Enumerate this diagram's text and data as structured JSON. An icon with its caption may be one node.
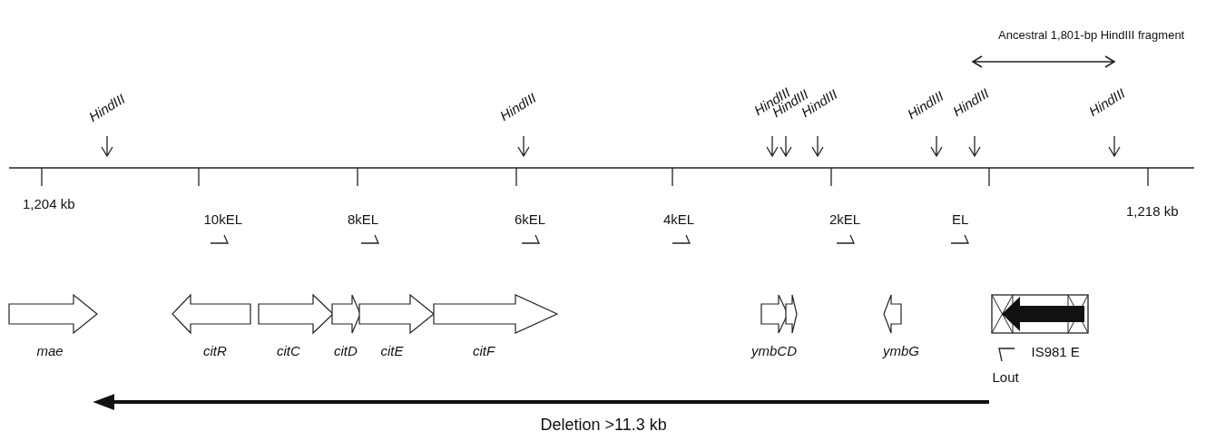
{
  "diagram": {
    "labels": [
      "Ancestral 1,801-bp HindIII fragment",
      "HindIII",
      "HindIII",
      "HindIII",
      "HindIII",
      "HindIII",
      "HindIII",
      "HindIII",
      "HindIII",
      "1,204 kb",
      "10kEL",
      "8kEL",
      "6kEL",
      "4kEL",
      "2kEL",
      "EL",
      "1,218 kb",
      "mae",
      "citR",
      "citC",
      "citD",
      "citE",
      "citF",
      "ymbCD",
      "ymbG",
      "IS981 E",
      "Lout",
      "Deletion >11.3 kb"
    ]
  }
}
